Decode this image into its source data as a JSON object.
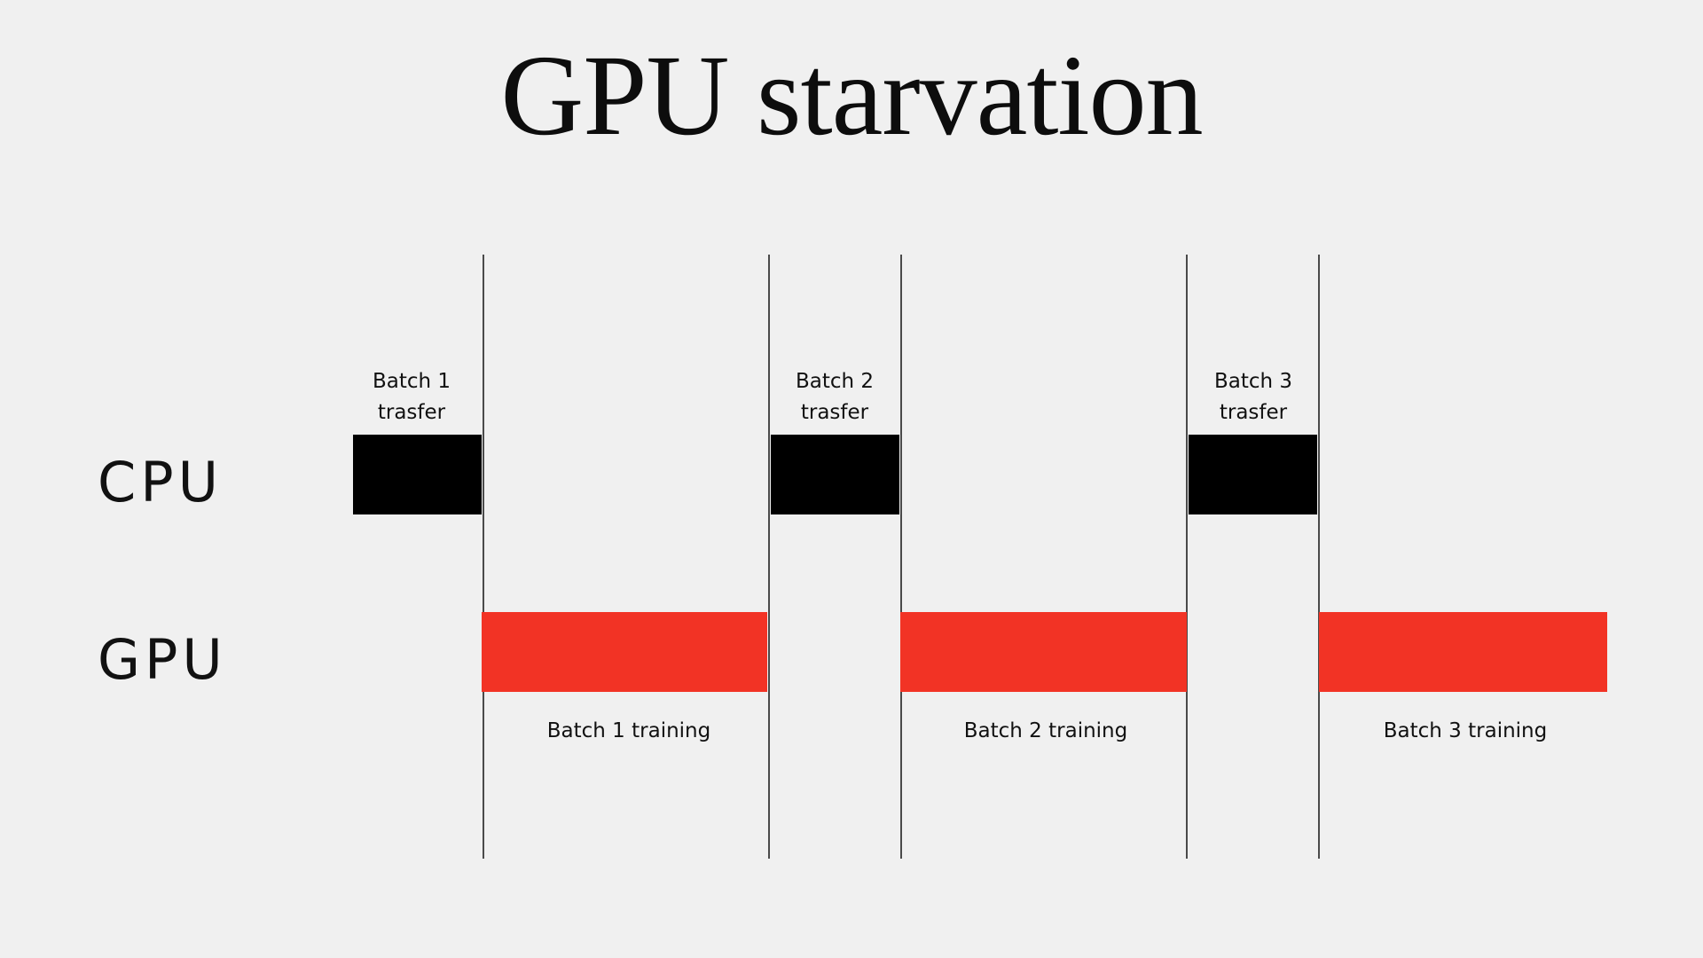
{
  "title": "GPU starvation",
  "rows": {
    "cpu": "CPU",
    "gpu": "GPU"
  },
  "batches": [
    {
      "transfer_label": [
        "Batch 1",
        "trasfer"
      ],
      "training_label": "Batch 1 training"
    },
    {
      "transfer_label": [
        "Batch 2",
        "trasfer"
      ],
      "training_label": "Batch 2 training"
    },
    {
      "transfer_label": [
        "Batch 3",
        "trasfer"
      ],
      "training_label": "Batch 3 training"
    }
  ],
  "colors": {
    "background": "#f0f0f0",
    "cpu_block": "#000000",
    "gpu_block": "#f23325",
    "divider": "#4a4a4a"
  }
}
